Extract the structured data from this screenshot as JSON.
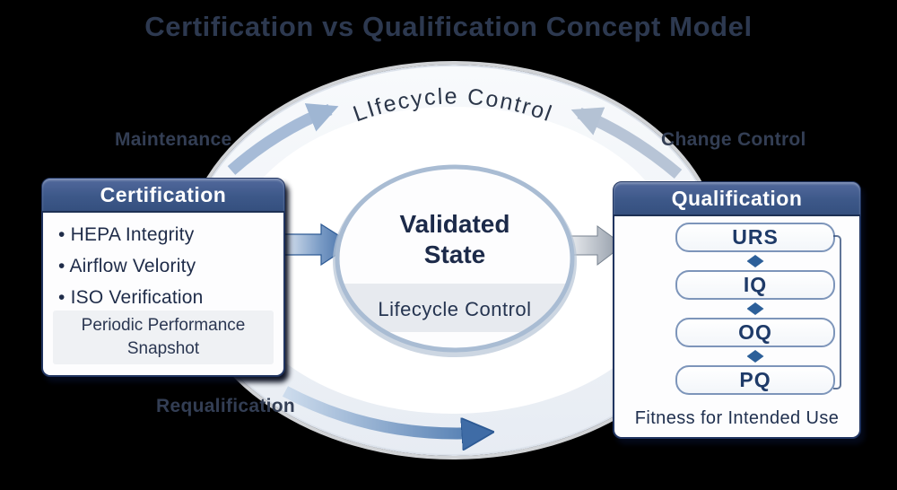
{
  "title": "Certification vs Qualification Concept Model",
  "cycle": {
    "top_arc_label": "LIfecycle Control",
    "center_title_line1": "Validated",
    "center_title_line2": "State",
    "center_band_label": "Lifecycle Control",
    "maintenance_label": "Maintenance",
    "change_control_label": "Change Control",
    "requalification_label": "Requalification"
  },
  "certification_card": {
    "header": "Certification",
    "bullets": [
      "HEPA Integrity",
      "Airflow Velority",
      "ISO Verification"
    ],
    "snapshot_label": "Periodic Performance Snapshot"
  },
  "qualification_card": {
    "header": "Qualification",
    "stages": [
      "URS",
      "IQ",
      "OQ",
      "PQ"
    ],
    "footer": "Fitness for Intended Use"
  },
  "colors": {
    "accent_blue": "#3f6ca6",
    "header_blue": "#3d5889",
    "navy_text": "#1f2c49",
    "diamond_blue": "#2c5f99",
    "ring_gray": "#edf1f6"
  }
}
